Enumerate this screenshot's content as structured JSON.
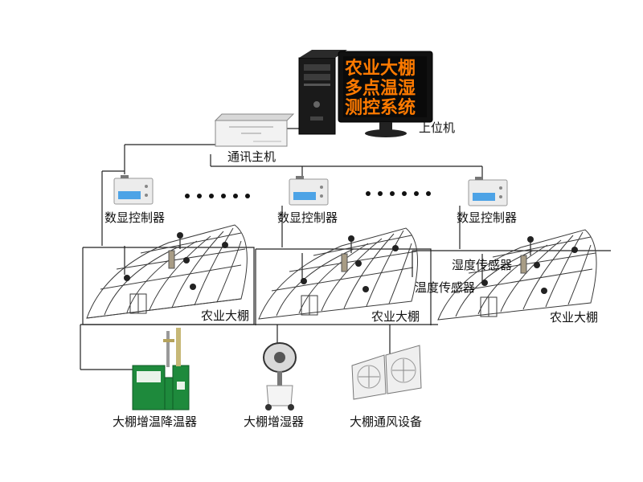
{
  "monitor": {
    "line1": "农业大棚",
    "line2": "多点温湿",
    "line3": "测控系统"
  },
  "labels": {
    "host_pc": "上位机",
    "comm_host": "通讯主机",
    "controller_1": "数显控制器",
    "controller_2": "数显控制器",
    "controller_3": "数显控制器",
    "greenhouse_1": "农业大棚",
    "greenhouse_2": "农业大棚",
    "greenhouse_3": "农业大棚",
    "humidity_sensor": "湿度传感器",
    "temperature_sensor": "温度传感器",
    "heater_cooler": "大棚增温降温器",
    "humidifier": "大棚增湿器",
    "ventilation": "大棚通风设备"
  },
  "colors": {
    "monitor_text": "#ff7a00",
    "lcd": "#4da3e6",
    "heater": "#1e8a3c",
    "frame": "#3a3a3a"
  }
}
